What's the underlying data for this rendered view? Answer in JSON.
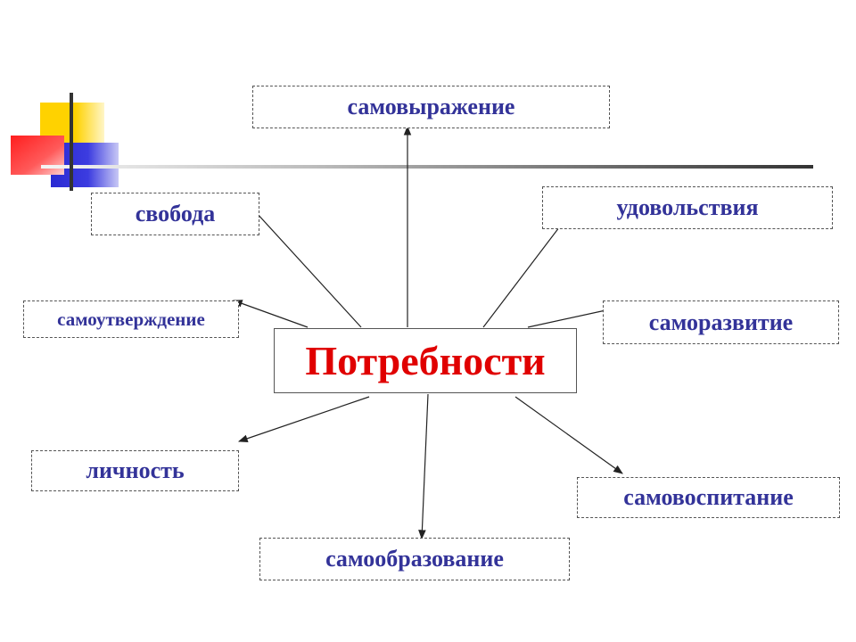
{
  "diagram": {
    "center": {
      "label": "Потребности",
      "color": "#e00000"
    },
    "nodes": [
      {
        "id": "samovyrazhenie",
        "label": "самовыражение"
      },
      {
        "id": "svoboda",
        "label": "свобода"
      },
      {
        "id": "udovolstviya",
        "label": "удовольствия"
      },
      {
        "id": "samoutverzhdenie",
        "label": "самоутверждение"
      },
      {
        "id": "samorazvitie",
        "label": "саморазвитие"
      },
      {
        "id": "lichnost",
        "label": "личность"
      },
      {
        "id": "samovospitanie",
        "label": "самовоспитание"
      },
      {
        "id": "samoobrazovanie",
        "label": "самообразование"
      }
    ],
    "edges": [
      {
        "from": "center",
        "to": "samovyrazhenie"
      },
      {
        "from": "center",
        "to": "svoboda"
      },
      {
        "from": "center",
        "to": "udovolstviya"
      },
      {
        "from": "center",
        "to": "samoutverzhdenie"
      },
      {
        "from": "center",
        "to": "samorazvitie"
      },
      {
        "from": "center",
        "to": "lichnost"
      },
      {
        "from": "center",
        "to": "samovospitanie"
      },
      {
        "from": "center",
        "to": "samoobrazovanie"
      }
    ],
    "label_color": "#333399"
  },
  "decoration": {
    "colors": {
      "yellow": "#ffd200",
      "red": "#ff1e1e",
      "blue": "#2a2ad2",
      "bar": "#333333"
    }
  }
}
